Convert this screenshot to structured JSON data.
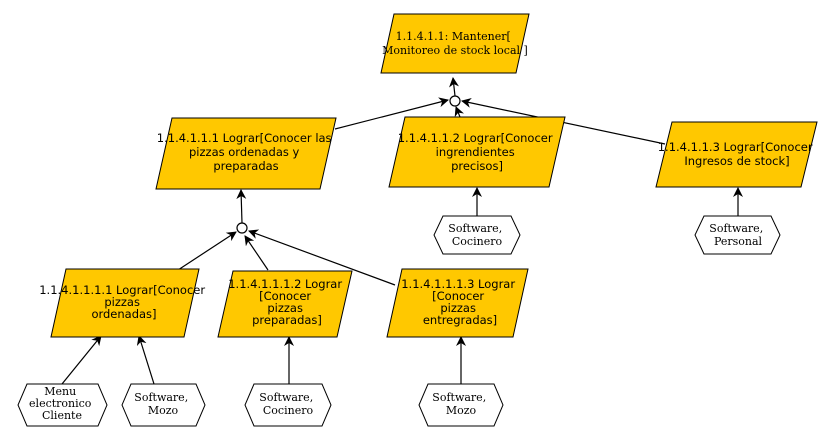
{
  "goals": {
    "root": {
      "lines": [
        "1.1.4.1.1: Mantener[",
        "Monitoreo de stock local ]"
      ]
    },
    "g1": {
      "lines": [
        "1.1.4.1.1.1 Lograr[Conocer las",
        "pizzas ordenadas y",
        "preparadas"
      ]
    },
    "g2": {
      "lines": [
        "1.1.4.1.1.2 Lograr[Conocer",
        "ingrendientes",
        "precisos]"
      ]
    },
    "g3": {
      "lines": [
        "1.1.4.1.1.3 Lograr[Conocer",
        "Ingresos de stock]"
      ]
    },
    "g11": {
      "lines": [
        "1.1.4.1.1.1.1 Lograr[Conocer",
        "pizzas",
        "ordenadas]"
      ]
    },
    "g12": {
      "lines": [
        "1.1.4.1.1.1.2 Lograr",
        "[Conocer",
        "pizzas",
        "preparadas]"
      ]
    },
    "g13": {
      "lines": [
        "1.1.4.1.1.1.3 Lograr",
        "[Conocer",
        "pizzas",
        "entregradas]"
      ]
    }
  },
  "agents": {
    "a_g2": {
      "lines": [
        "Software,",
        "Cocinero"
      ]
    },
    "a_g3": {
      "lines": [
        "Software,",
        "Personal"
      ]
    },
    "a_menu": {
      "lines": [
        "Menu",
        "electronico",
        "Cliente"
      ]
    },
    "a_mozo1": {
      "lines": [
        "Software,",
        "Mozo"
      ]
    },
    "a_cocinero2": {
      "lines": [
        "Software,",
        "Cocinero"
      ]
    },
    "a_mozo2": {
      "lines": [
        "Software,",
        "Mozo"
      ]
    }
  },
  "colors": {
    "goal_fill": "#FFC800",
    "stroke": "#000000",
    "agent_fill": "#FFFFFF"
  }
}
